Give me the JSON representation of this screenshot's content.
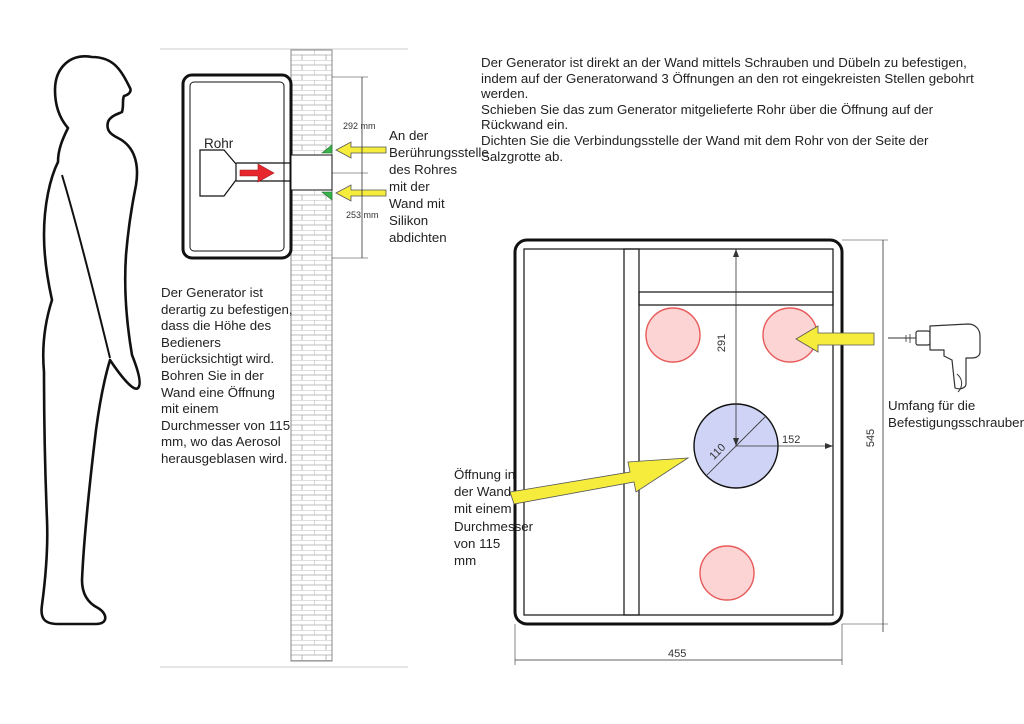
{
  "intro_lines": [
    "Der Generator ist direkt an der Wand mittels Schrauben und Dübeln zu befestigen, indem auf der Generatorwand 3 Öffnungen an den rot eingekreisten Stellen gebohrt werden.",
    "Schieben Sie das zum Generator mitgelieferte Rohr über die Öffnung auf der Rückwand ein.",
    "Dichten Sie die Verbindungsstelle der Wand mit dem Rohr von der Seite der Salzgrotte ab."
  ],
  "left_note": "Der Generator ist derartig zu befestigen, dass die Höhe des Bedieners berücksichtigt wird. Bohren Sie in der Wand eine Öffnung mit einem Durchmesser von 115 mm, wo das Aerosol herausgeblasen wird.",
  "seal_note": "An der Berührungsstelle des Rohres mit der Wand mit Silikon abdichten",
  "rohr_label": "Rohr",
  "opening_note": "Öffnung in der Wand mit einem Durchmesser von 115 mm",
  "screws_note": "Umfang für die Befestigungsschrauben",
  "dims": {
    "top_offset": "292 mm",
    "bottom_offset": "253 mm",
    "vertical_291": "291",
    "diameter_110": "110",
    "horizontal_152": "152",
    "height_545": "545",
    "width_455": "455"
  },
  "colors": {
    "line": "#1a1a1a",
    "brick": "#9a9a9a",
    "hole_fill": "#fcd4d4",
    "hole_stroke": "#e85a5a",
    "opening_fill": "#cfd3f5",
    "opening_stroke": "#1a1a1a",
    "arrow_yellow": "#f5ec3c",
    "arrow_red": "#e8262e",
    "seal_green": "#37b34a"
  }
}
